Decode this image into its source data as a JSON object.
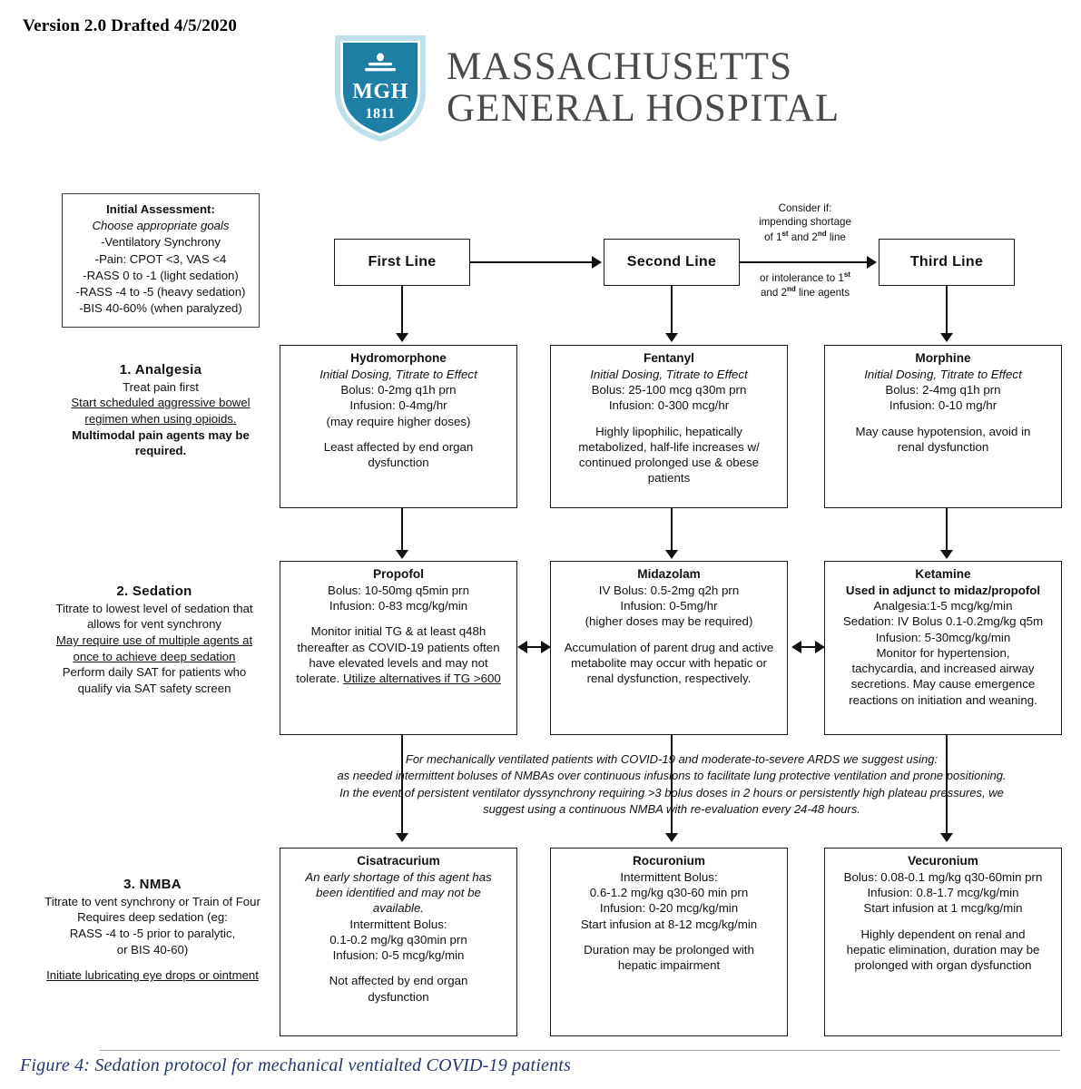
{
  "header": {
    "version": "Version 2.0 Drafted 4/5/2020",
    "logo": {
      "shield_initials": "MGH",
      "shield_year": "1811",
      "name_line1": "MASSACHUSETTS",
      "name_line2": "GENERAL HOSPITAL",
      "shield_color": "#1e7fa6",
      "shield_outline": "#bfe0ea",
      "text_color": "#4a4a4a"
    }
  },
  "initial_assessment": {
    "title": "Initial Assessment:",
    "subtitle": "Choose appropriate goals",
    "items": [
      "-Ventilatory Synchrony",
      "-Pain: CPOT <3, VAS <4",
      "-RASS 0 to -1 (light sedation)",
      "-RASS -4 to -5 (heavy sedation)",
      "-BIS 40-60% (when paralyzed)"
    ]
  },
  "columns": {
    "first_line": "First Line",
    "second_line": "Second Line",
    "third_line": "Third Line"
  },
  "third_line_note": {
    "line1": "Consider if:",
    "line2": "impending shortage",
    "line3_a": "of 1",
    "line3_sup1": "st",
    "line3_b": " and 2",
    "line3_sup2": "nd",
    "line3_c": " line",
    "line4_a": "or intolerance to 1",
    "line4_sup": "st",
    "line5_a": "and 2",
    "line5_sup": "nd",
    "line5_b": " line agents"
  },
  "rows": {
    "analgesia": {
      "heading": "1. Analgesia",
      "line1": "Treat pain first",
      "underlined1": "Start scheduled aggressive bowel",
      "underlined2": "regimen when using opioids.",
      "bold1": "Multimodal pain agents may be",
      "bold2": "required."
    },
    "sedation": {
      "heading": "2. Sedation",
      "line1": "Titrate to lowest level of sedation that",
      "line2": "allows for vent synchrony",
      "underlined1": "May require use of multiple agents at",
      "underlined2": "once to achieve deep sedation",
      "line3": "Perform daily SAT for patients who",
      "line4": "qualify via SAT safety screen"
    },
    "nmba": {
      "heading": "3. NMBA",
      "line1": "Titrate to vent synchrony or Train of Four",
      "line2": "Requires deep sedation (eg:",
      "line3": "RASS -4 to -5 prior to paralytic,",
      "line4": "or BIS 40-60)",
      "underlined1": "Initiate lubricating eye drops or ointment"
    }
  },
  "drugs": {
    "hydromorphone": {
      "name": "Hydromorphone",
      "italic": "Initial Dosing, Titrate to Effect",
      "lines": [
        "Bolus: 0-2mg q1h prn",
        "Infusion: 0-4mg/hr",
        "(may require higher doses)"
      ],
      "note": [
        "Least affected by end organ",
        "dysfunction"
      ]
    },
    "fentanyl": {
      "name": "Fentanyl",
      "italic": "Initial Dosing, Titrate to Effect",
      "lines": [
        "Bolus: 25-100 mcg q30m prn",
        "Infusion: 0-300 mcg/hr"
      ],
      "note": [
        "Highly lipophilic, hepatically",
        "metabolized, half-life increases w/",
        "continued prolonged use & obese",
        "patients"
      ]
    },
    "morphine": {
      "name": "Morphine",
      "italic": "Initial Dosing, Titrate to Effect",
      "lines": [
        "Bolus: 2-4mg q1h prn",
        "Infusion: 0-10 mg/hr"
      ],
      "note": [
        "May cause hypotension, avoid in",
        "renal dysfunction"
      ]
    },
    "propofol": {
      "name": "Propofol",
      "lines": [
        "Bolus: 10-50mg q5min prn",
        "Infusion: 0-83 mcg/kg/min"
      ],
      "note": [
        "Monitor initial TG & at least q48h",
        "thereafter as COVID-19 patients often",
        "have elevated levels and may not"
      ],
      "note_last_plain": "tolerate. ",
      "note_last_underlined": "Utilize alternatives if TG >600"
    },
    "midazolam": {
      "name": "Midazolam",
      "lines": [
        "IV Bolus: 0.5-2mg q2h prn",
        "Infusion: 0-5mg/hr",
        "(higher doses may be required)"
      ],
      "note": [
        "Accumulation of parent drug and active",
        "metabolite may occur with hepatic or",
        "renal dysfunction, respectively."
      ]
    },
    "ketamine": {
      "name": "Ketamine",
      "bold_sub": "Used in adjunct to midaz/propofol",
      "lines": [
        "Analgesia:1-5 mcg/kg/min",
        "Sedation: IV Bolus 0.1-0.2mg/kg q5m",
        "Infusion: 5-30mcg/kg/min",
        "Monitor for hypertension,",
        "tachycardia, and increased airway",
        "secretions. May cause emergence",
        "reactions on initiation and weaning."
      ]
    },
    "cisatracurium": {
      "name": "Cisatracurium",
      "italic": [
        "An early shortage of this agent has",
        "been identified and may not be",
        "available."
      ],
      "lines": [
        "Intermittent Bolus:",
        "0.1-0.2 mg/kg q30min prn",
        "Infusion: 0-5 mcg/kg/min"
      ],
      "note": [
        "Not affected by end organ",
        "dysfunction"
      ]
    },
    "rocuronium": {
      "name": "Rocuronium",
      "lines": [
        "Intermittent Bolus:",
        "0.6-1.2 mg/kg q30-60 min prn",
        "Infusion: 0-20 mcg/kg/min",
        "Start infusion at 8-12 mcg/kg/min"
      ],
      "note": [
        "Duration may be prolonged with",
        "hepatic impairment"
      ]
    },
    "vecuronium": {
      "name": "Vecuronium",
      "lines": [
        "Bolus: 0.08-0.1 mg/kg q30-60min prn",
        "Infusion: 0.8-1.7 mcg/kg/min",
        "Start infusion at 1 mcg/kg/min"
      ],
      "note": [
        "Highly dependent on renal and",
        "hepatic elimination, duration may be",
        "prolonged with organ dysfunction"
      ]
    }
  },
  "nmba_paragraph": {
    "line1": "For mechanically ventilated patients with COVID-19 and moderate-to-severe ARDS we suggest using:",
    "line2": "as needed intermittent boluses of NMBAs over continuous infusions to facilitate lung protective ventilation and prone positioning.",
    "line3": "In the event of persistent ventilator dyssynchrony requiring >3 bolus doses in 2 hours or persistently high plateau pressures, we",
    "line4": "suggest using a continuous NMBA with re-evaluation every 24-48 hours."
  },
  "footer": {
    "caption": "Figure 4: Sedation protocol for mechanical ventialted COVID-19 patients",
    "caption_color": "#23356b"
  }
}
